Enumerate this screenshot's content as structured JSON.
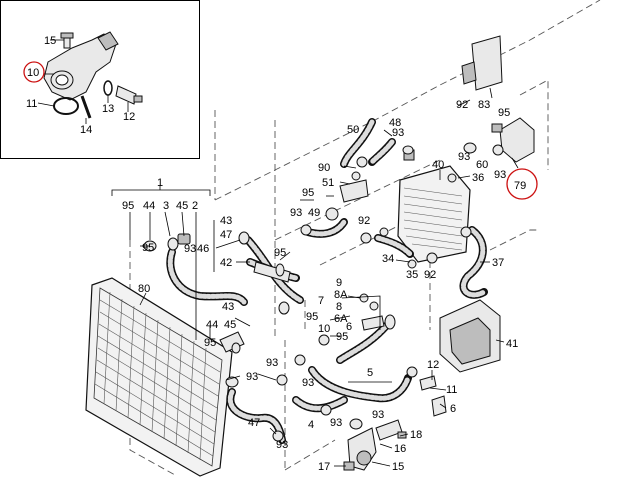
{
  "colors": {
    "line": "#000000",
    "highlight": "#cc1111",
    "background": "#ffffff",
    "part_fill": "#e9e9e9"
  },
  "labels": {
    "inset_15": "15",
    "inset_10": "10",
    "inset_11": "11",
    "inset_14": "14",
    "inset_13": "13",
    "inset_12": "12",
    "p1": "1",
    "p95a": "95",
    "p44a": "44",
    "p3": "3",
    "p45a": "45",
    "p2": "2",
    "p95b": "95",
    "p93a": "93",
    "p80": "80",
    "p43a": "43",
    "p47a": "47",
    "p46": "46",
    "p95c": "95",
    "p42": "42",
    "p43b": "43",
    "p44b": "44",
    "p45b": "45",
    "p95d": "95",
    "p93b": "93",
    "p93c": "93",
    "p47b": "47",
    "p93d": "93",
    "p92a": "92",
    "p83": "83",
    "p95e": "95",
    "p50": "50",
    "p48": "48",
    "p93e": "93",
    "p90": "90",
    "p51": "51",
    "p95f": "95",
    "p93f": "93",
    "p49": "49",
    "p40": "40",
    "p36": "36",
    "p93g": "93",
    "p60": "60",
    "p93h": "93",
    "p79": "79",
    "p92b": "92",
    "p34": "34",
    "p35": "35",
    "p92c": "92",
    "p37": "37",
    "p9": "9",
    "p8a": "8A",
    "p8": "8",
    "p6a": "6A",
    "p6": "6",
    "p7": "7",
    "p95g": "95",
    "p10": "10",
    "p95h": "95",
    "p5": "5",
    "p93i": "93",
    "p41": "41",
    "p12": "12",
    "p11": "11",
    "p6b": "6",
    "p93j": "93",
    "p4": "4",
    "p93k": "93",
    "p18": "18",
    "p16": "16",
    "p17": "17",
    "p15": "15"
  }
}
